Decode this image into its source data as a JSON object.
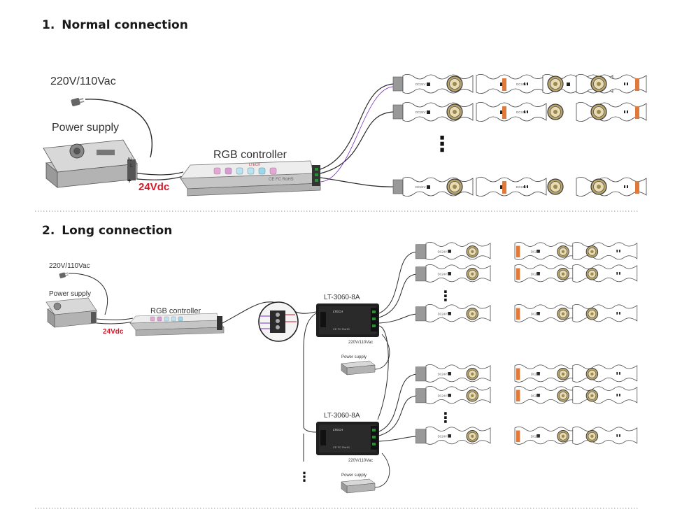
{
  "section1": {
    "number": "1.",
    "title": "Normal connection",
    "ac_label": "220V/110Vac",
    "psu_label": "Power supply",
    "controller_label": "RGB controller",
    "dc_label": "24Vdc",
    "ellipsis": "⋮"
  },
  "section2": {
    "number": "2.",
    "title": "Long connection",
    "ac_label": "220V/110Vac",
    "psu_label": "Power supply",
    "controller_label": "RGB controller",
    "dc_label": "24Vdc",
    "amp_label_1": "LT-3060-8A",
    "amp_label_2": "LT-3060-8A",
    "amp_ac_label_1": "220V/110Vac",
    "amp_psu_label_1": "Power supply",
    "amp_ac_label_2": "220V/110Vac",
    "amp_psu_label_2": "Power supply"
  },
  "device": {
    "brand": "LTECH",
    "certs": "CE FC RoHS",
    "strip_voltage": "DC24V"
  },
  "colors": {
    "wire": "#2a2a2a",
    "red_text": "#d11a2a",
    "device_body": "#e9e9e9",
    "led": "#c9b37a",
    "divider": "#9a9a9a"
  }
}
